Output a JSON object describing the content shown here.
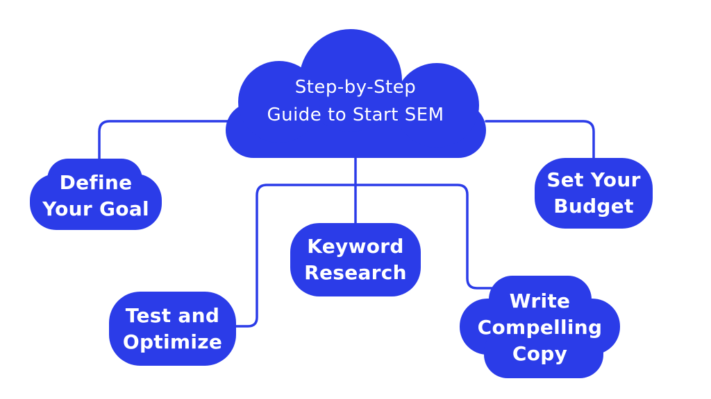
{
  "colors": {
    "accent": "#2b3ce8",
    "background": "#ffffff",
    "text_on_accent": "#ffffff"
  },
  "diagram": {
    "title": "Step-by-Step Guide to Start SEM",
    "title_lines": [
      "Step-by-Step",
      "Guide to Start SEM"
    ],
    "root_shape": "cloud",
    "nodes": [
      {
        "id": "define-your-goal",
        "label": "Define Your Goal",
        "lines": [
          "Define",
          "Your Goal"
        ],
        "shape": "cloud-blob",
        "position": "left"
      },
      {
        "id": "set-your-budget",
        "label": "Set Your Budget",
        "lines": [
          "Set Your",
          "Budget"
        ],
        "shape": "rounded-rect",
        "position": "right"
      },
      {
        "id": "keyword-research",
        "label": "Keyword Research",
        "lines": [
          "Keyword",
          "Research"
        ],
        "shape": "rounded-rect",
        "position": "center"
      },
      {
        "id": "test-and-optimize",
        "label": "Test and Optimize",
        "lines": [
          "Test and",
          "Optimize"
        ],
        "shape": "rounded-rect",
        "position": "bottom-left"
      },
      {
        "id": "write-compelling-copy",
        "label": "Write Compelling Copy",
        "lines": [
          "Write",
          "Compelling",
          "Copy"
        ],
        "shape": "cloud-blob",
        "position": "bottom-right"
      }
    ]
  }
}
